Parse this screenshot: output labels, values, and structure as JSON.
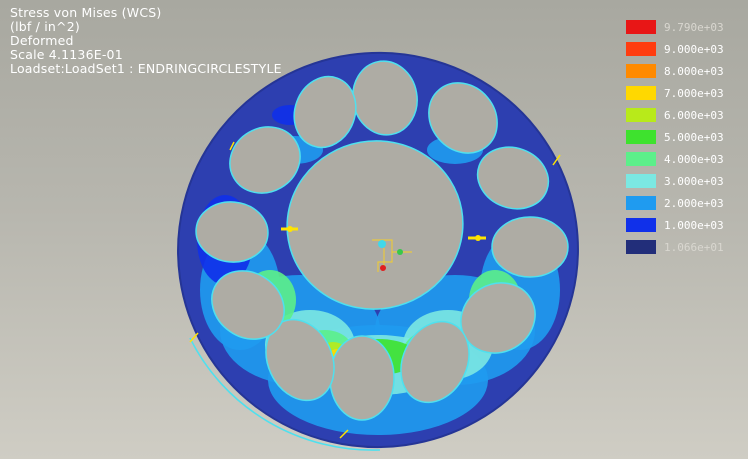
{
  "info": {
    "line1": "Stress von Mises (WCS)",
    "line2": "(lbf / in^2)",
    "line3": "Deformed",
    "line4": "Scale  4.1136E-01",
    "line5": "Loadset:LoadSet1 :  ENDRINGCIRCLESTYLE"
  },
  "legend": {
    "entries": [
      {
        "label": "9.790e+03",
        "color": "#e81616"
      },
      {
        "label": "9.000e+03",
        "color": "#ff3c10"
      },
      {
        "label": "8.000e+03",
        "color": "#ff8a00"
      },
      {
        "label": "7.000e+03",
        "color": "#ffd800"
      },
      {
        "label": "6.000e+03",
        "color": "#b8ea1a"
      },
      {
        "label": "5.000e+03",
        "color": "#3ee22e"
      },
      {
        "label": "4.000e+03",
        "color": "#5cef8a"
      },
      {
        "label": "3.000e+03",
        "color": "#7be8e2"
      },
      {
        "label": "2.000e+03",
        "color": "#1f9bf0"
      },
      {
        "label": "1.000e+03",
        "color": "#1030ea"
      },
      {
        "label": "1.066e+01",
        "color": "#222e7a"
      }
    ]
  },
  "colors": {
    "ring_base": "#2d3fb0",
    "ring_dark": "#253596",
    "hole": "#aeaca4",
    "edge_cyan": "#4fe0ee",
    "load_arrow": "#ffe400",
    "triad": "#e8c840"
  }
}
